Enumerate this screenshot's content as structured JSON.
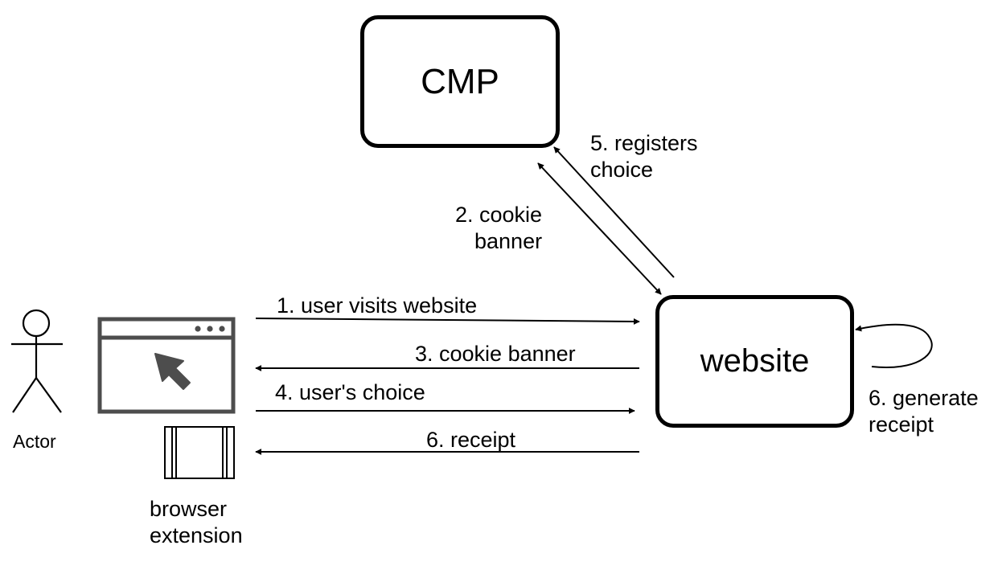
{
  "nodes": {
    "cmp": "CMP",
    "website": "website",
    "actor": "Actor",
    "browser_extension": [
      "browser",
      "extension"
    ]
  },
  "steps": {
    "step1": "1. user visits website",
    "step2": [
      "2. cookie",
      "banner"
    ],
    "step3": "3. cookie banner",
    "step4": "4. user's choice",
    "step5": [
      "5. registers",
      "choice"
    ],
    "step6_receipt": "6. receipt",
    "step6_generate": [
      "6. generate",
      "receipt"
    ]
  },
  "colors": {
    "stroke": "#000000",
    "browser_icon": "#4d4d4d",
    "background": "#ffffff"
  },
  "icons": {
    "actor": "stick-figure-icon",
    "browser": "browser-window-icon",
    "cursor": "cursor-arrow-icon",
    "extension": "extension-panel-icon"
  }
}
